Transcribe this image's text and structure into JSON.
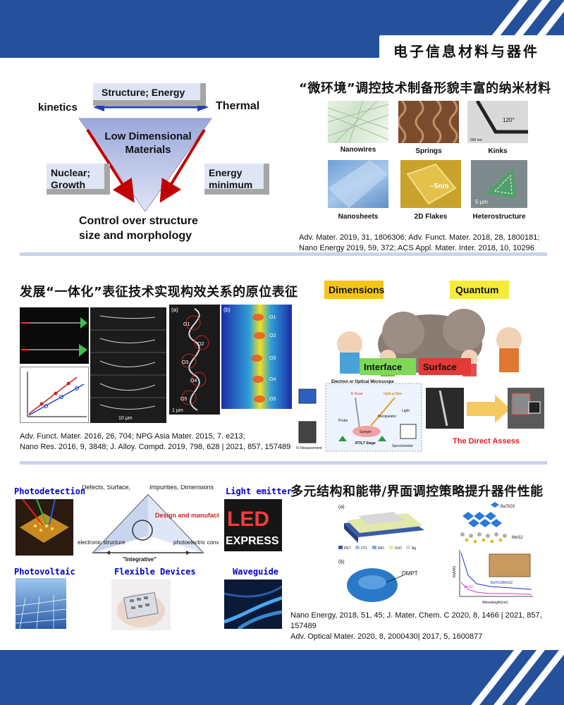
{
  "header": {
    "title": "电子信息材料与器件"
  },
  "section1": {
    "diagram": {
      "structure_energy": "Structure; Energy",
      "kinetics": "kinetics",
      "thermal": "Thermal",
      "center": "Low Dimensional Materials",
      "nuclear": "Nuclear; Growth",
      "energy_min": "Energy minimum",
      "bottom": "Control over structure size and morphology"
    },
    "title": "“微环境”调控技术制备形貌丰富的纳米材料",
    "images": [
      "Nanowires",
      "Springs",
      "Kinks",
      "Nanosheets",
      "2D Flakes",
      "Heterostructure"
    ],
    "img_labels": {
      "angle": "120°",
      "thickness": "~5nm",
      "scale_5um": "5 μm",
      "scale_500nm": "500 nm"
    },
    "ref_lines": [
      "Adv. Mater. 2019, 31, 1806306; Adv. Funct. Mater. 2018, 28, 1800181;",
      "Nano Energy 2019, 59, 372; ACS Appl. Mater. Inter. 2018, 10, 10296"
    ]
  },
  "section2": {
    "title": "发展“一体化”表征技术实现构效关系的原位表征",
    "panel_labels": {
      "a": "(a)",
      "b": "(b)",
      "scale_1um": "1 μm",
      "scale_10um": "10 μm"
    },
    "points": [
      "O1",
      "O2",
      "O3",
      "O4",
      "O5"
    ],
    "ref_lines": [
      "Adv. Funct. Mater. 2016, 26, 704; NPG Asia Mater. 2015, 7. e213;",
      "Nano Res. 2016, 9, 3848; J. Alloy. Compd. 2019, 798, 628 | 2021, 857, 157489"
    ],
    "cartoon": {
      "dimensions": "Dimensions",
      "quantum": "Quantum",
      "interface": "Interface",
      "surface": "Surface"
    },
    "setup": {
      "microscope": "Electron or Optical Microscope",
      "escan": "E-Scan",
      "optical_fiber": "Optical fiber",
      "probe": "Probe",
      "manipulator": "Manipulator",
      "light": "Light",
      "sample": "Sample",
      "stage": "RT/LT Stage",
      "iv": "IV Measurement",
      "spectrometer": "Spectrometer"
    },
    "direct_assess": "The Direct Assess"
  },
  "section3": {
    "title": "多元结构和能带/界面调控策略提升器件性能",
    "badges": [
      "Photodetection",
      "Light emitter",
      "Photovoltaic",
      "Flexible Devices",
      "Waveguide"
    ],
    "led_text": {
      "led": "LED",
      "express": "EXPRESS"
    },
    "triangle": {
      "defects": "Defects, Surface,",
      "impurities": "Impurities, Dimensions",
      "design": "Design and manufacture",
      "electronic": "electronic structure",
      "photoelectric": "photoelectric conversionn",
      "integrative": "\"Integrative\""
    },
    "device": {
      "a": "(a)",
      "b": "(b)",
      "legend": [
        "PET",
        "ITO",
        "NiO",
        "ZnO",
        "Ag"
      ],
      "dmpt": "DMPT",
      "batio3": "BaTiO3",
      "mos2": "MoS2",
      "mos2_curve": "MoS2",
      "hetero_curve": "BaTiO3/MoS2",
      "ylabel": "R(A/W)",
      "xlabel": "Wavelength(nm)"
    },
    "ref_lines": [
      "Nano Energy, 2018, 51, 45; J. Mater. Chem. C 2020, 8, 1466 | 2021, 857, 157489",
      "Adv. Optical Mater. 2020, 8, 2000430| 2017, 5, 1600877"
    ]
  },
  "colors": {
    "band": "#25509c",
    "divider": "#c9d4ea",
    "arrow_red": "#c00000",
    "arrow_blue": "#1f3fbf",
    "triangle": "#b7c2e6"
  }
}
